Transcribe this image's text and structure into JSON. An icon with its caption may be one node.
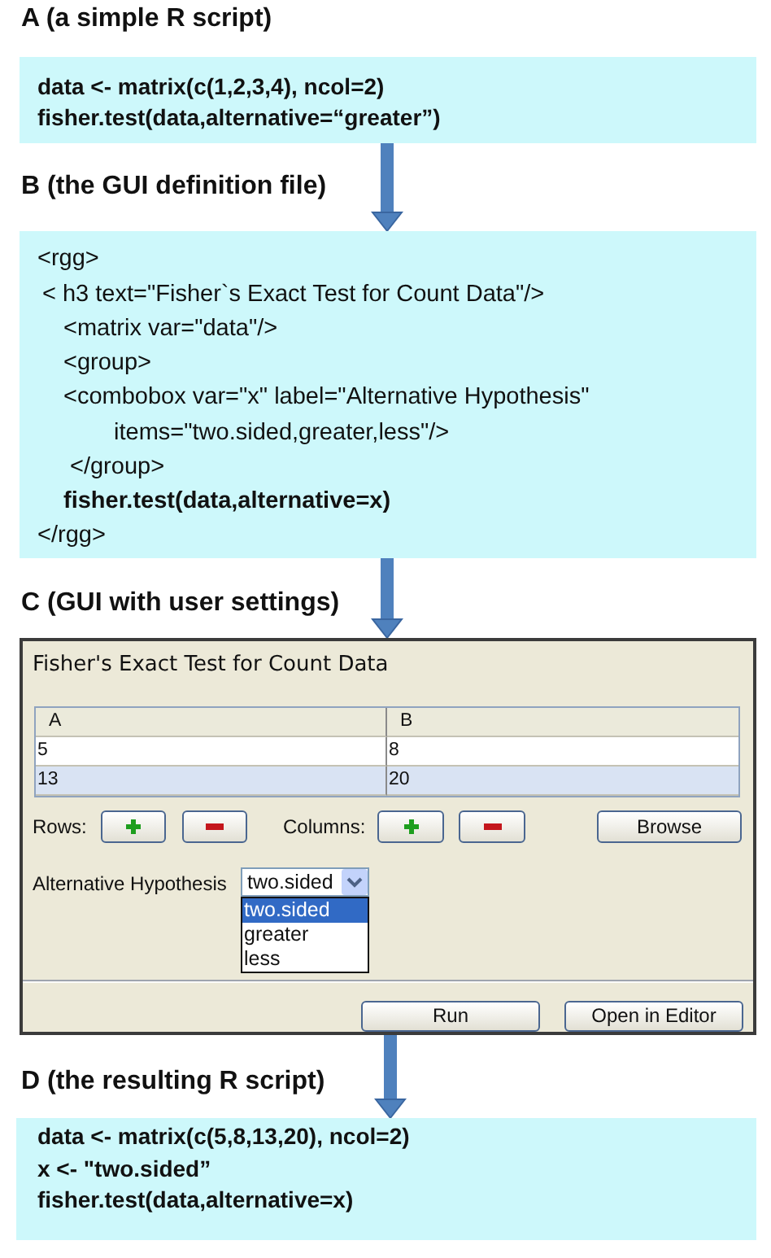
{
  "diagram": {
    "nodes": [
      {
        "text": [
          "A (a simple R script)",
          "data <- matrix(c(1,2,3,4), ncol=2)",
          "fisher.test(data,alternative=“greater”)"
        ]
      },
      {
        "text": [
          "B (the GUI definition file)",
          "<rgg>",
          "< h3 text=\"Fisher`s Exact Test for Count Data\"/>",
          "<matrix var=\"data\"/>",
          "<group>",
          "<combobox var=\"x\" label=\"Alternative Hypothesis\"",
          "items=\"two.sided,greater,less\"/>",
          "</group>",
          "fisher.test(data,alternative=x)",
          "</rgg>"
        ]
      },
      {
        "text": [
          "C (GUI with user settings)",
          "Fisher's Exact Test for Count Data"
        ]
      },
      {
        "text": [],
        "shape": "box",
        "in": 2
      },
      {
        "text": [],
        "shape": "box",
        "in": 2
      },
      {
        "text": [],
        "shape": "box",
        "in": 2
      },
      {
        "text": [],
        "shape": "box",
        "in": 2
      },
      {
        "text": [
          "Browse"
        ],
        "in": 2
      },
      {
        "text": [
          "two.sided"
        ],
        "in": 2
      },
      {
        "text": [
          "two.sided",
          "greater",
          "less"
        ],
        "in": 2
      },
      {
        "text": [
          "Run"
        ],
        "in": 2
      },
      {
        "text": [
          "Open in Editor"
        ],
        "in": 2
      },
      {
        "text": [
          "D (the resulting R script)",
          "data <- matrix(c(5,8,13,20), ncol=2)",
          "x <- \"two.sided”",
          "fisher.test(data,alternative=x)"
        ]
      }
    ],
    "edges": [
      {
        "from": 0,
        "to": 1,
        "arrow": "to"
      },
      {
        "from": 1,
        "to": 2,
        "arrow": "to"
      },
      {
        "from": 2,
        "to": 12,
        "arrow": "to"
      }
    ],
    "labels": [
      "A",
      "B",
      "5",
      "8",
      "13",
      "20",
      "Rows:",
      "Columns:",
      "Alternative Hypothesis"
    ]
  }
}
